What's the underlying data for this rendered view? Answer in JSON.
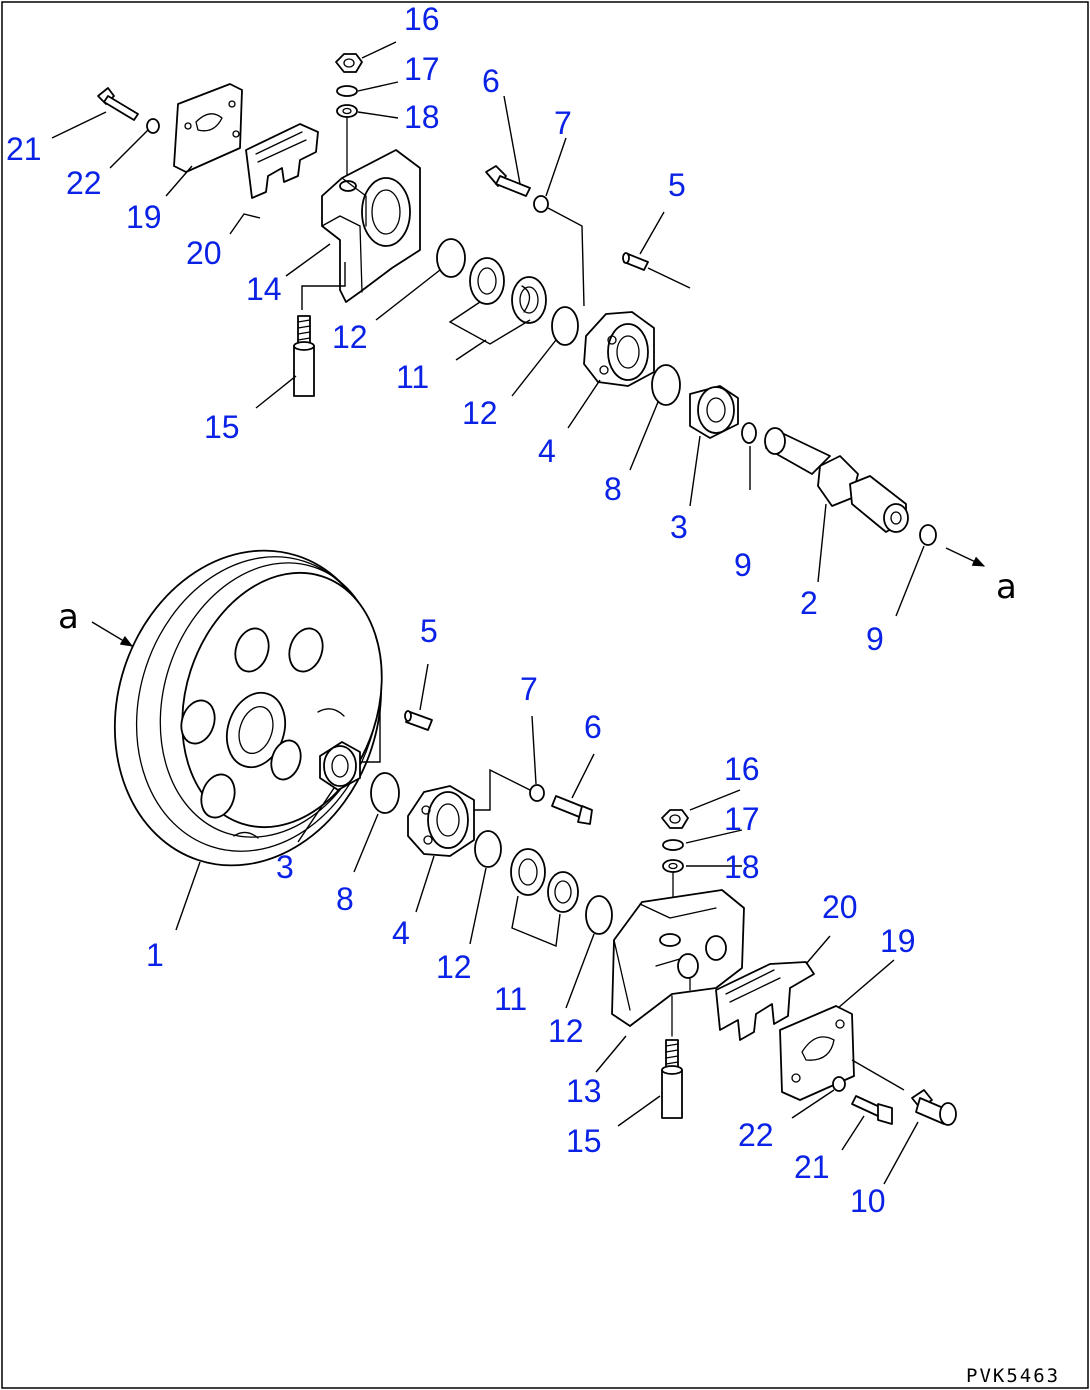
{
  "drawing_code": "PVK5463",
  "view_marker": "a",
  "callouts": [
    {
      "id": "c16-top",
      "text": "16"
    },
    {
      "id": "c17-top",
      "text": "17"
    },
    {
      "id": "c18-top",
      "text": "18"
    },
    {
      "id": "c21-top",
      "text": "21"
    },
    {
      "id": "c22-top",
      "text": "22"
    },
    {
      "id": "c19-top",
      "text": "19"
    },
    {
      "id": "c20-top",
      "text": "20"
    },
    {
      "id": "c14",
      "text": "14"
    },
    {
      "id": "c15-top",
      "text": "15"
    },
    {
      "id": "c12-top-a",
      "text": "12"
    },
    {
      "id": "c11-top",
      "text": "11"
    },
    {
      "id": "c12-top-b",
      "text": "12"
    },
    {
      "id": "c6-top",
      "text": "6"
    },
    {
      "id": "c7-top",
      "text": "7"
    },
    {
      "id": "c5-top",
      "text": "5"
    },
    {
      "id": "c4-top",
      "text": "4"
    },
    {
      "id": "c8-top",
      "text": "8"
    },
    {
      "id": "c3-top",
      "text": "3"
    },
    {
      "id": "c9-a",
      "text": "9"
    },
    {
      "id": "c2",
      "text": "2"
    },
    {
      "id": "c9-b",
      "text": "9"
    },
    {
      "id": "c5-bot",
      "text": "5"
    },
    {
      "id": "c7-bot",
      "text": "7"
    },
    {
      "id": "c6-bot",
      "text": "6"
    },
    {
      "id": "c3-bot",
      "text": "3"
    },
    {
      "id": "c1",
      "text": "1"
    },
    {
      "id": "c8-bot",
      "text": "8"
    },
    {
      "id": "c4-bot",
      "text": "4"
    },
    {
      "id": "c12-bot-a",
      "text": "12"
    },
    {
      "id": "c11-bot",
      "text": "11"
    },
    {
      "id": "c12-bot-b",
      "text": "12"
    },
    {
      "id": "c16-bot",
      "text": "16"
    },
    {
      "id": "c17-bot",
      "text": "17"
    },
    {
      "id": "c18-bot",
      "text": "18"
    },
    {
      "id": "c20-bot",
      "text": "20"
    },
    {
      "id": "c19-bot",
      "text": "19"
    },
    {
      "id": "c13",
      "text": "13"
    },
    {
      "id": "c15-bot",
      "text": "15"
    },
    {
      "id": "c22-bot",
      "text": "22"
    },
    {
      "id": "c21-bot",
      "text": "21"
    },
    {
      "id": "c10",
      "text": "10"
    }
  ]
}
